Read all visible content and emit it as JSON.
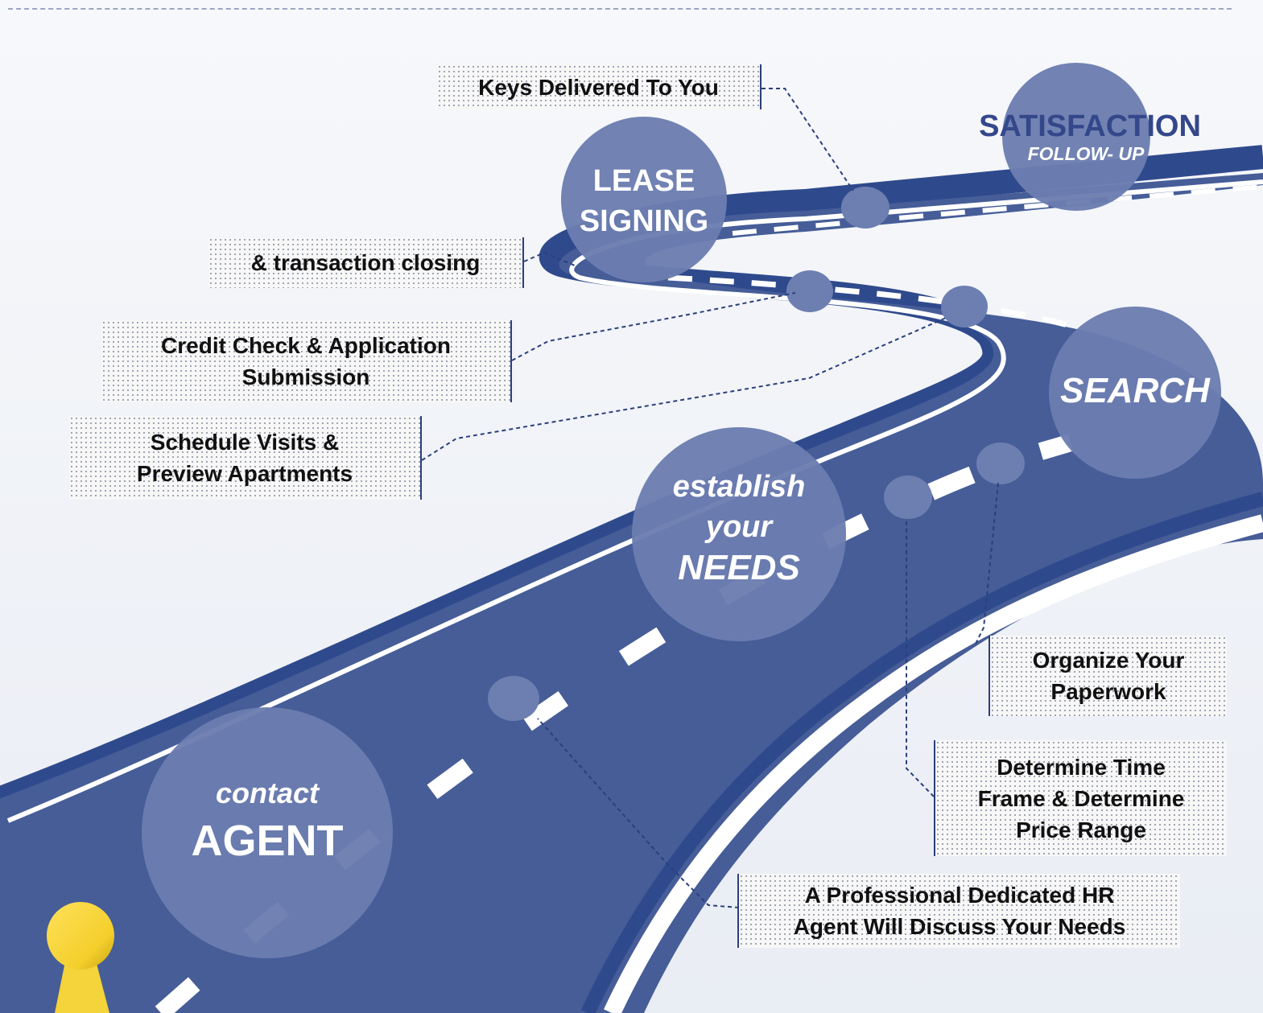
{
  "stages": [
    {
      "id": "contact-agent",
      "line1": "contact",
      "line2": "AGENT"
    },
    {
      "id": "establish-needs",
      "line1": "establish",
      "line1b": "your",
      "line2": "NEEDS"
    },
    {
      "id": "search",
      "line1": "SEARCH"
    },
    {
      "id": "lease-signing",
      "line1": "LEASE",
      "line2": "SIGNING"
    },
    {
      "id": "satisfaction",
      "line1": "SATISFACTION",
      "line2": "FOLLOW- UP"
    }
  ],
  "callouts": {
    "keys": [
      "Keys Delivered To You"
    ],
    "closing": [
      "& transaction closing"
    ],
    "credit": [
      "Credit Check & Application",
      "Submission"
    ],
    "schedule": [
      "Schedule Visits &",
      "Preview Apartments"
    ],
    "organize": [
      "Organize Your",
      "Paperwork"
    ],
    "timeframe": [
      "Determine Time",
      "Frame & Determine",
      "Price Range"
    ],
    "agent": [
      "A Professional Dedicated HR",
      "Agent Will Discuss Your Needs"
    ]
  },
  "colors": {
    "road": "#465d98",
    "road_edge": "#2f4a8c",
    "stage_circle": "#6b7db0",
    "marker_dot": "#6d7fb1",
    "connector": "#2b3f7c",
    "pin": "#f5d33a"
  }
}
